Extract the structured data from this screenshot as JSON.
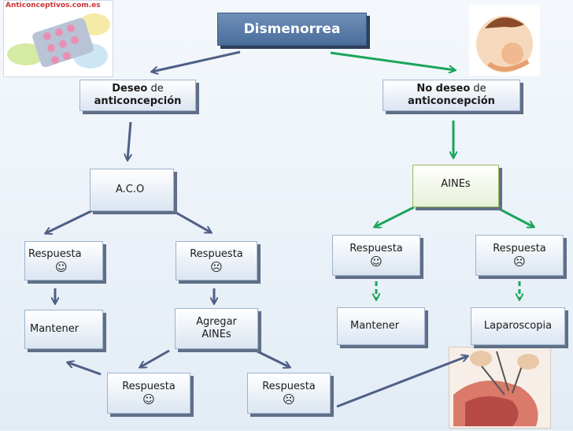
{
  "title": "Dismenorrea",
  "watermark": "Anticonceptivos.com.es",
  "faces": {
    "happy": "☺",
    "sad": "☹"
  },
  "nodes": {
    "deseo": {
      "bold": "Deseo",
      "rest": " de",
      "line2": "anticoncepción"
    },
    "no_deseo": {
      "bold": "No deseo",
      "rest": " de",
      "line2": "anticoncepción"
    },
    "aco": "A.C.O",
    "aines": "AINEs",
    "respuesta": "Respuesta",
    "mantener": "Mantener",
    "agregar_line1": "Agregar",
    "agregar_line2": "AINEs",
    "laparoscopia": "Laparoscopia"
  },
  "colors": {
    "blue_arrow": "#4f5f86",
    "green_arrow": "#1aa55a",
    "title_bg": "#5a7dab"
  }
}
